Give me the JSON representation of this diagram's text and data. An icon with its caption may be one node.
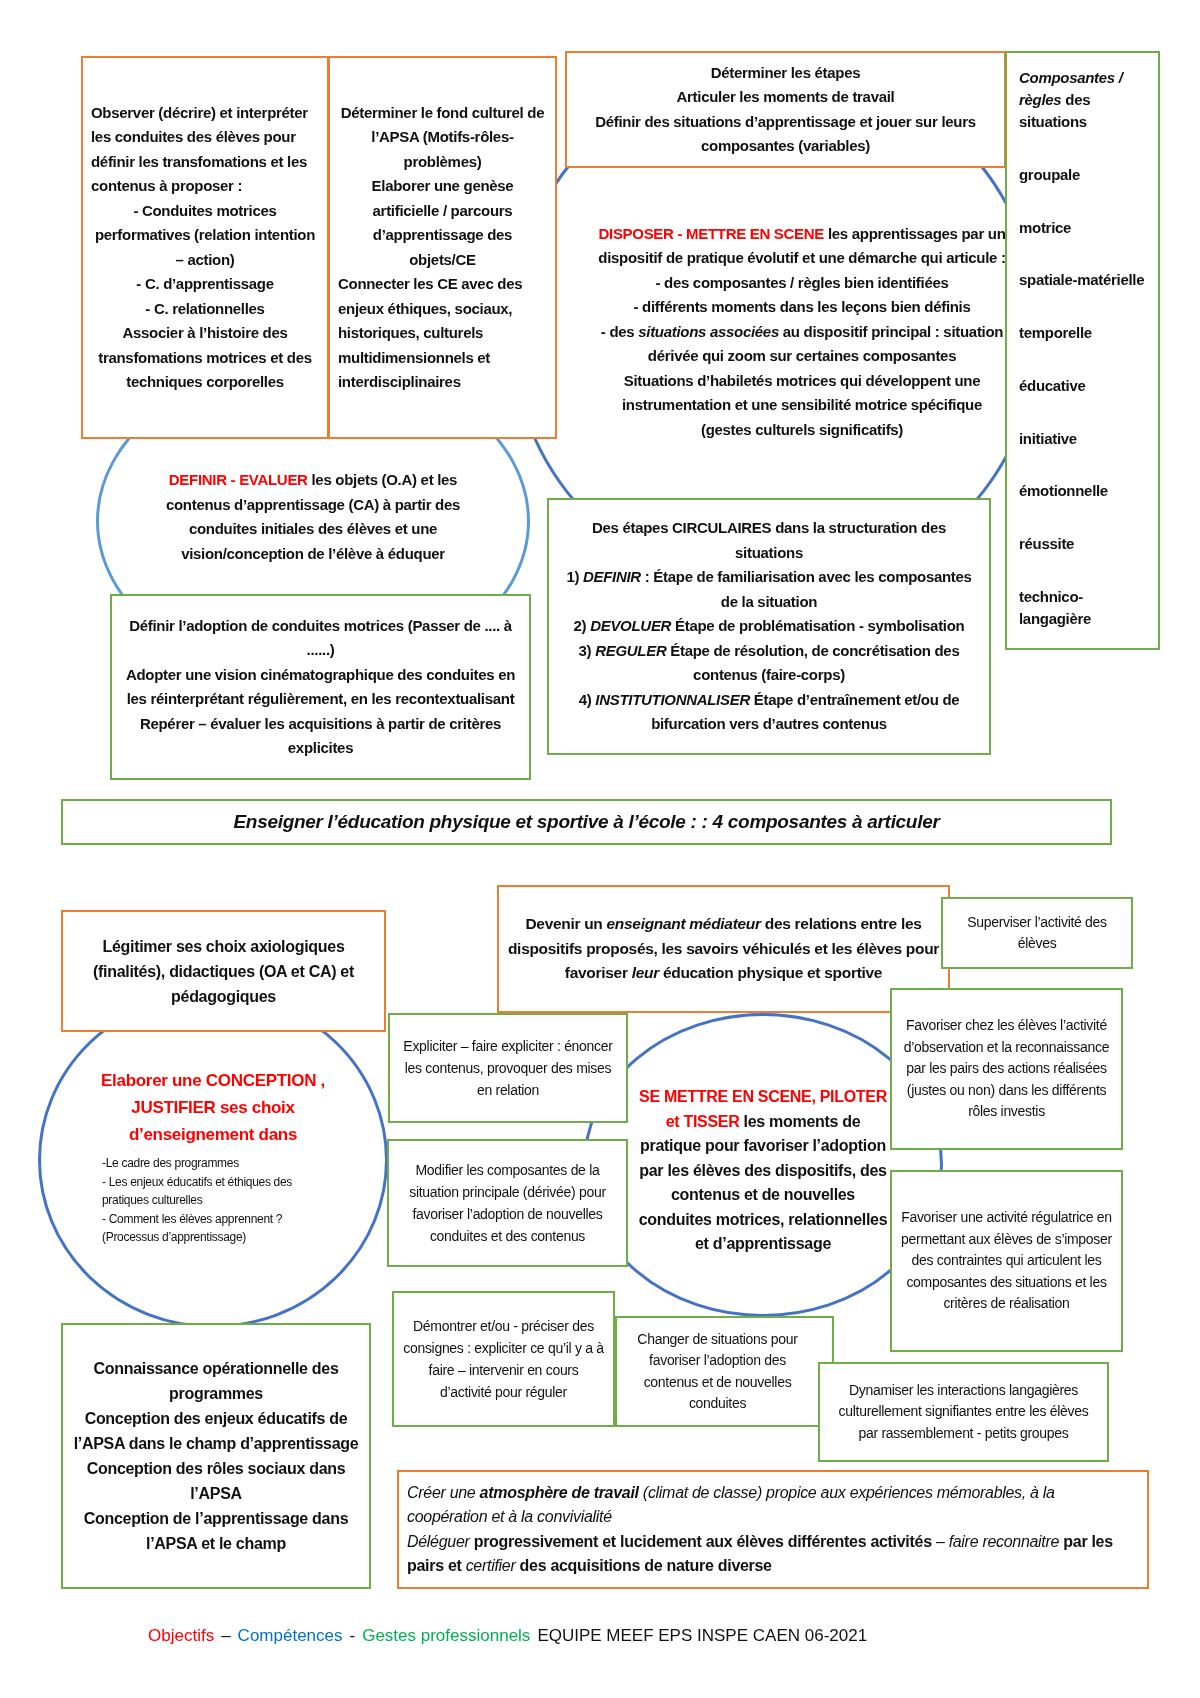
{
  "diagram": {
    "title": "Enseigner l’éducation physique et sportive à l’école : : 4 composantes à articuler",
    "nodes": [
      {
        "text": [
          "Observer (décrire) et interpréter les conduites des élèves pour définir les transfomations et les contenus à proposer :",
          "- Conduites motrices performatives (relation intention – action)",
          "- C. d’apprentissage",
          "- C. relationnelles",
          "Associer à l’histoire des transfomations motrices et des techniques corporelles"
        ]
      },
      {
        "text": [
          "Déterminer le fond culturel de l’APSA (Motifs-rôles-problèmes)",
          "Elaborer une genèse artificielle / parcours d’apprentissage des objets/CE",
          "Connecter les CE avec des enjeux éthiques, sociaux, historiques, culturels multidimensionnels et interdisciplinaires"
        ]
      },
      {
        "text": [
          "Déterminer les étapes",
          "Articuler les moments de travail",
          "Définir des situations d’apprentissage et jouer sur leurs composantes (variables)"
        ]
      },
      {
        "text": [
          "*Composantes / règles* des situations",
          "groupale",
          "motrice",
          "spatiale-matérielle",
          "temporelle",
          "éducative",
          "initiative",
          "émotionnelle",
          "réussite",
          "technico-langagière"
        ]
      },
      {
        "text": [
          "DISPOSER - METTRE EN SCENE",
          "les apprentissages par un dispositif de pratique évolutif et une démarche qui articule :",
          "- des composantes / règles bien identifiées",
          "- différents moments dans les leçons bien définis",
          "- des *situations associées* au dispositif principal : situation dérivée qui zoom sur certaines composantes",
          "Situations d’habiletés motrices qui développent une instrumentation et une sensibilité motrice spécifique (gestes culturels significatifs)"
        ]
      },
      {
        "text": [
          "DEFINIR - EVALUER",
          "les objets (O.A) et les contenus d’apprentissage (CA) à partir des conduites initiales des élèves et une vision/conception de l’élève à éduquer"
        ]
      },
      {
        "text": [
          "Des étapes CIRCULAIRES dans la structuration des situations",
          "1) *DEFINIR* : Étape de familiarisation avec les composantes de la situation",
          "2) *DEVOLUER* Étape de problématisation - symbolisation",
          "3) *REGULER* Étape de résolution, de concrétisation des contenus (faire-corps)",
          "4) *INSTITUTIONNALISER* Étape d’entraînement et/ou de bifurcation vers d’autres contenus"
        ]
      },
      {
        "text": [
          "Définir l’adoption de conduites motrices (Passer de .... à ......)",
          "Adopter une vision cinématographique des conduites en les réinterprétant régulièrement, en les recontextualisant",
          "Repérer – évaluer les acquisitions à partir de critères explicites"
        ]
      },
      {
        "text": [
          "Légitimer ses choix axiologiques (finalités), didactiques (OA et CA) et pédagogiques"
        ]
      },
      {
        "text": [
          "Devenir un *enseignant médiateur* des relations entre les dispositifs proposés, les savoirs véhiculés et les élèves pour favoriser *leur* éducation physique et sportive"
        ]
      },
      {
        "text": [
          "Superviser l’activité des élèves"
        ]
      },
      {
        "text": [
          "Expliciter – faire expliciter : énoncer les contenus, provoquer des mises en relation"
        ]
      },
      {
        "text": [
          "Elaborer une CONCEPTION , JUSTIFIER ses choix d’enseignement dans",
          "-Le cadre des programmes",
          "- Les enjeux éducatifs et éthiques des pratiques culturelles",
          "- Comment les élèves apprennent ? (Processus d’apprentissage)"
        ]
      },
      {
        "text": [
          "SE METTRE EN SCENE, PILOTER et TISSER",
          "les moments de pratique pour favoriser l’adoption par les élèves des dispositifs, des contenus et de nouvelles conduites motrices, relationnelles et d’apprentissage"
        ]
      },
      {
        "text": [
          "Favoriser chez les élèves l’activité d’observation et la reconnaissance par les pairs des actions réalisées (justes ou non) dans les différents rôles investis"
        ]
      },
      {
        "text": [
          "Modifier les composantes de la situation principale (dérivée) pour favoriser l’adoption de nouvelles conduites et des contenus"
        ]
      },
      {
        "text": [
          "Favoriser une activité régulatrice en permettant aux élèves de s’imposer des contraintes qui articulent les composantes des situations et les critères de réalisation"
        ]
      },
      {
        "text": [
          "Démontrer et/ou - préciser des consignes : expliciter ce qu’il y a à faire – intervenir en cours d’activité pour réguler"
        ]
      },
      {
        "text": [
          "Changer de situations pour favoriser l’adoption des contenus et de nouvelles conduites"
        ]
      },
      {
        "text": [
          "Dynamiser les interactions langagières culturellement signifiantes entre les élèves par rassemblement - petits groupes"
        ]
      },
      {
        "text": [
          "Connaissance opérationnelle des programmes",
          "Conception des enjeux éducatifs de l’APSA dans le champ d’apprentissage",
          "Conception des rôles sociaux dans l’APSA",
          "Conception de l’apprentissage dans l’APSA et le champ"
        ]
      },
      {
        "text": [
          "Créer une **atmosphère de travail** (climat de classe) propice aux expériences mémorables, à la coopération et à la convivialité",
          "*Déléguer* **progressivement et lucidement aux élèves différentes activités** – *faire reconnaitre* **par les pairs et** *certifier* **des acquisitions de nature diverse**"
        ]
      }
    ],
    "labels": [
      "–",
      "-",
      "EQUIPE MEEF EPS INSPE CAEN 06-2021"
    ],
    "legend": [
      {
        "text": "Objectifs",
        "color": "#ff0000"
      },
      {
        "text": "Compétences",
        "color": "#0070c0"
      },
      {
        "text": "Gestes professionnels",
        "color": "#00b050"
      }
    ]
  }
}
